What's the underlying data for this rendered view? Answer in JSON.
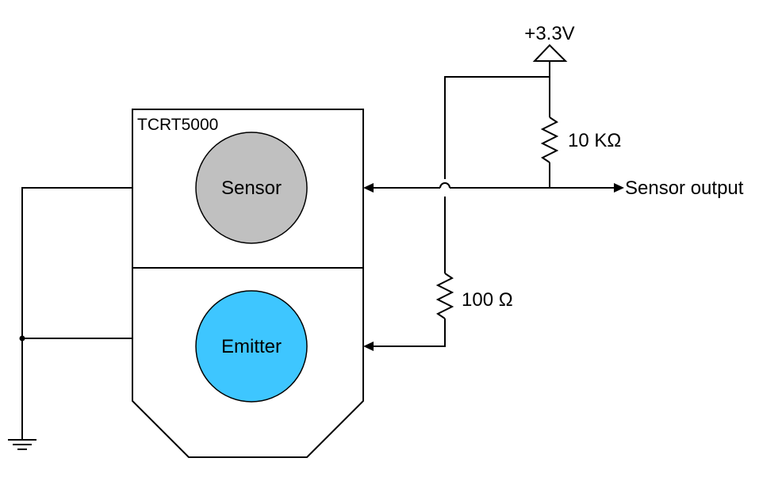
{
  "diagram": {
    "chip_label": "TCRT5000",
    "sensor_label": "Sensor",
    "emitter_label": "Emitter",
    "supply_label": "+3.3V",
    "pullup_label": "10 KΩ",
    "led_resistor_label": "100 Ω",
    "output_label": "Sensor output"
  },
  "colors": {
    "sensor_fill": "#c0c0c0",
    "emitter_fill": "#3ec6ff",
    "line": "#000000",
    "background": "#ffffff"
  }
}
